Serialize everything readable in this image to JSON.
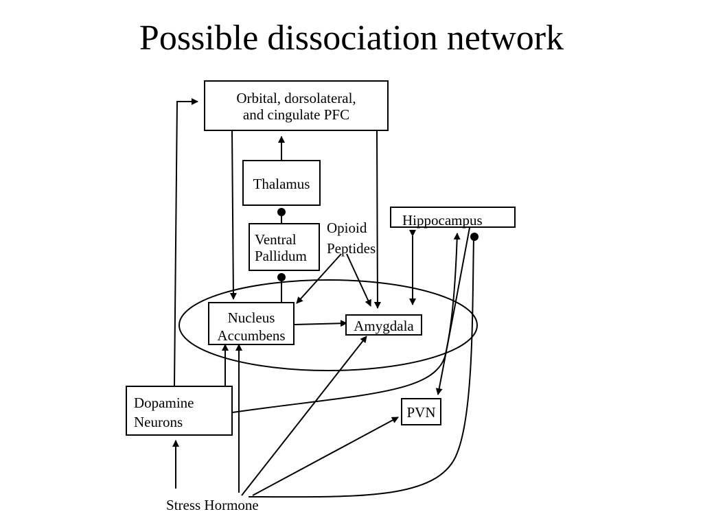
{
  "slide": {
    "title": "Possible dissociation network"
  },
  "nodes": {
    "pfc_line1": "Orbital, dorsolateral,",
    "pfc_line2": "and cingulate PFC",
    "thalamus": "Thalamus",
    "ventral_pallidum_line1": "Ventral",
    "ventral_pallidum_line2": "Pallidum",
    "hippocampus": "Hippocampus",
    "opioid_line1": "Opioid",
    "opioid_line2": "Peptides",
    "nucleus_accumbens_line1": "Nucleus",
    "nucleus_accumbens_line2": "Accumbens",
    "amygdala": "Amygdala",
    "dopamine_line1": "Dopamine",
    "dopamine_line2": "Neurons",
    "pvn": "PVN",
    "stress_hormone": "Stress Hormone"
  }
}
